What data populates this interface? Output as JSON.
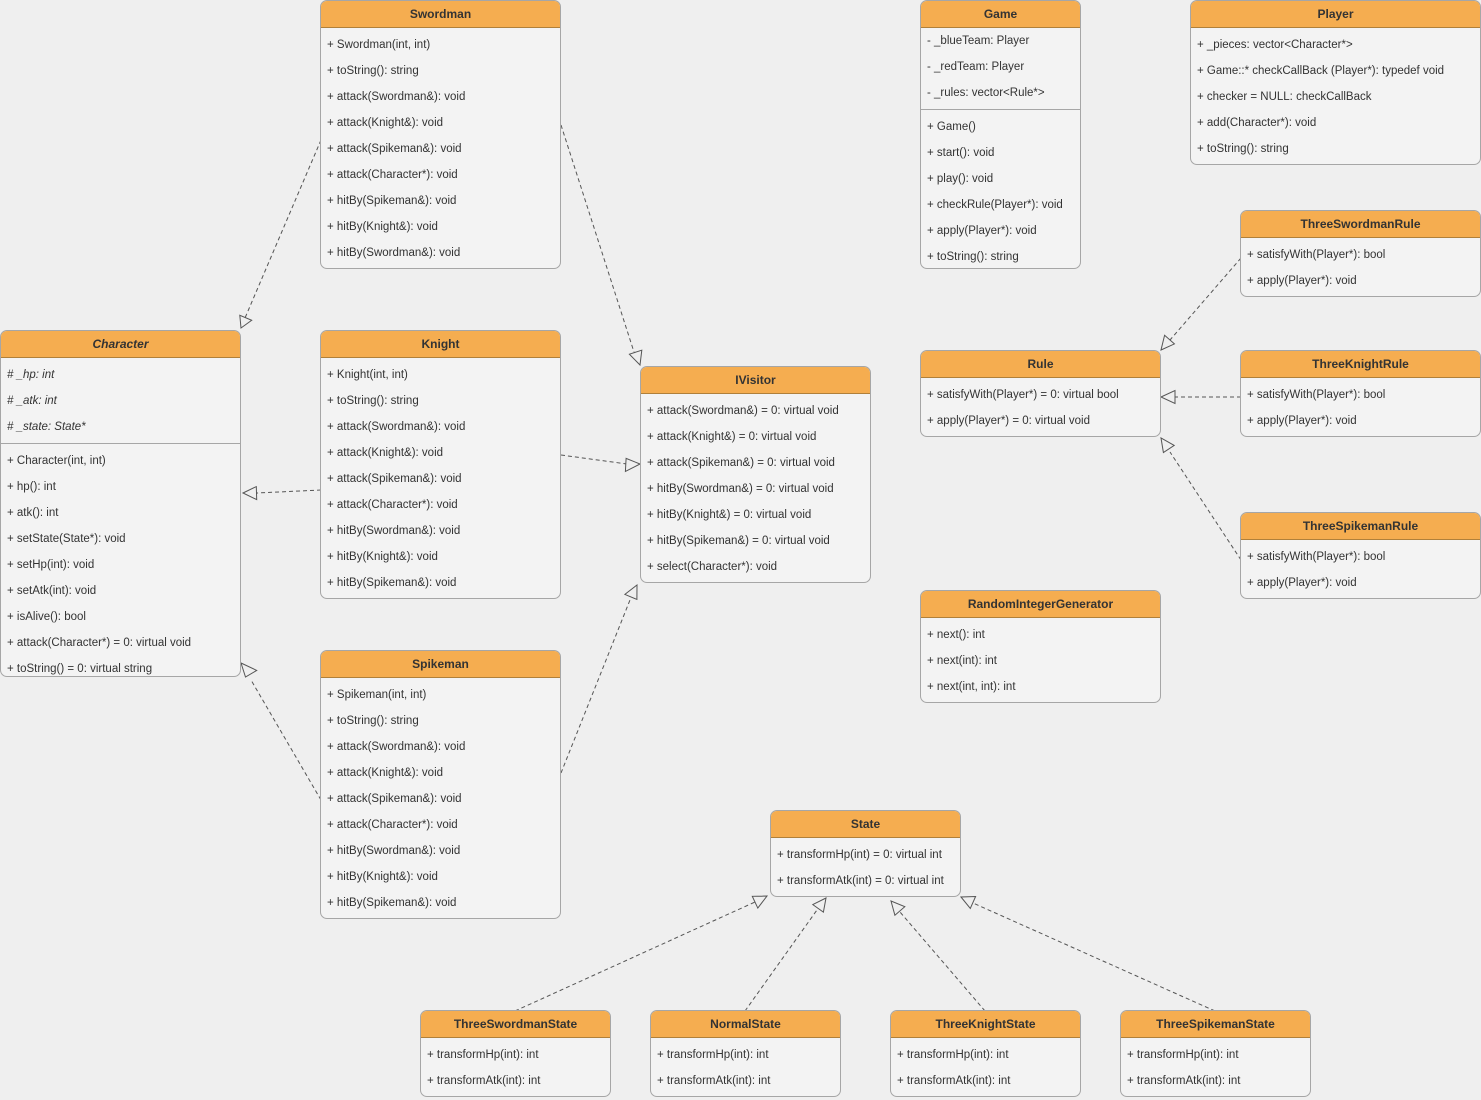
{
  "classes": {
    "character": {
      "name": "Character",
      "attributes": [
        "# _hp: int",
        "# _atk: int",
        "# _state: State*"
      ],
      "methods": [
        "+ Character(int, int)",
        "+ hp(): int",
        "+ atk(): int",
        "+ setState(State*): void",
        "+ setHp(int): void",
        "+ setAtk(int): void",
        "+ isAlive(): bool",
        "+ attack(Character*) = 0: virtual void",
        "+ toString() = 0: virtual string"
      ]
    },
    "swordman": {
      "name": "Swordman",
      "methods": [
        "+ Swordman(int, int)",
        "+ toString(): string",
        "+ attack(Swordman&): void",
        "+ attack(Knight&): void",
        "+ attack(Spikeman&): void",
        "+ attack(Character*): void",
        "+ hitBy(Spikeman&): void",
        "+ hitBy(Knight&): void",
        "+ hitBy(Swordman&): void"
      ]
    },
    "knight": {
      "name": "Knight",
      "methods": [
        "+ Knight(int, int)",
        "+ toString(): string",
        "+ attack(Swordman&): void",
        "+ attack(Knight&): void",
        "+ attack(Spikeman&): void",
        "+ attack(Character*): void",
        "+ hitBy(Swordman&): void",
        "+ hitBy(Knight&): void",
        "+ hitBy(Spikeman&): void"
      ]
    },
    "spikeman": {
      "name": "Spikeman",
      "methods": [
        "+ Spikeman(int, int)",
        "+ toString(): string",
        "+ attack(Swordman&): void",
        "+ attack(Knight&): void",
        "+ attack(Spikeman&): void",
        "+ attack(Character*): void",
        "+ hitBy(Swordman&): void",
        "+ hitBy(Knight&): void",
        "+ hitBy(Spikeman&): void"
      ]
    },
    "ivisitor": {
      "name": "IVisitor",
      "methods": [
        "+ attack(Swordman&) = 0: virtual void",
        "+ attack(Knight&) = 0: virtual void",
        "+ attack(Spikeman&) = 0: virtual void",
        "+ hitBy(Swordman&) = 0: virtual void",
        "+ hitBy(Knight&) = 0: virtual void",
        "+ hitBy(Spikeman&) = 0: virtual void",
        "+ select(Character*): void"
      ]
    },
    "game": {
      "name": "Game",
      "attributes": [
        "- _blueTeam: Player",
        "- _redTeam: Player",
        "- _rules: vector<Rule*>"
      ],
      "methods": [
        "+ Game()",
        "+ start(): void",
        "+ play(): void",
        "+ checkRule(Player*): void",
        "+ apply(Player*): void",
        "+ toString(): string"
      ]
    },
    "player": {
      "name": "Player",
      "methods": [
        "+ _pieces: vector<Character*>",
        "+ Game::* checkCallBack (Player*): typedef void",
        "+ checker = NULL: checkCallBack",
        "+ add(Character*): void",
        "+ toString(): string"
      ]
    },
    "rule": {
      "name": "Rule",
      "methods": [
        "+ satisfyWith(Player*)  = 0: virtual bool",
        "+ apply(Player*)  = 0: virtual void"
      ]
    },
    "three_swordman_rule": {
      "name": "ThreeSwordmanRule",
      "methods": [
        "+ satisfyWith(Player*): bool",
        "+ apply(Player*): void"
      ]
    },
    "three_knight_rule": {
      "name": "ThreeKnightRule",
      "methods": [
        "+ satisfyWith(Player*): bool",
        "+ apply(Player*): void"
      ]
    },
    "three_spikeman_rule": {
      "name": "ThreeSpikemanRule",
      "methods": [
        "+ satisfyWith(Player*): bool",
        "+ apply(Player*): void"
      ]
    },
    "random_integer_generator": {
      "name": "RandomIntegerGenerator",
      "methods": [
        "+ next(): int",
        "+ next(int): int",
        "+ next(int, int): int"
      ]
    },
    "state": {
      "name": "State",
      "methods": [
        "+ transformHp(int) = 0: virtual int",
        "+ transformAtk(int) = 0: virtual int"
      ]
    },
    "three_swordman_state": {
      "name": "ThreeSwordmanState",
      "methods": [
        "+ transformHp(int): int",
        "+ transformAtk(int): int"
      ]
    },
    "normal_state": {
      "name": "NormalState",
      "methods": [
        "+ transformHp(int): int",
        "+ transformAtk(int): int"
      ]
    },
    "three_knight_state": {
      "name": "ThreeKnightState",
      "methods": [
        "+ transformHp(int): int",
        "+ transformAtk(int): int"
      ]
    },
    "three_spikeman_state": {
      "name": "ThreeSpikemanState",
      "methods": [
        "+ transformHp(int): int",
        "+ transformAtk(int): int"
      ]
    }
  },
  "colors": {
    "header_fill": "#f5ad50",
    "body_fill": "#f3f3f3",
    "border": "#a6a6a6",
    "edge": "#555555",
    "background": "#efefef"
  }
}
